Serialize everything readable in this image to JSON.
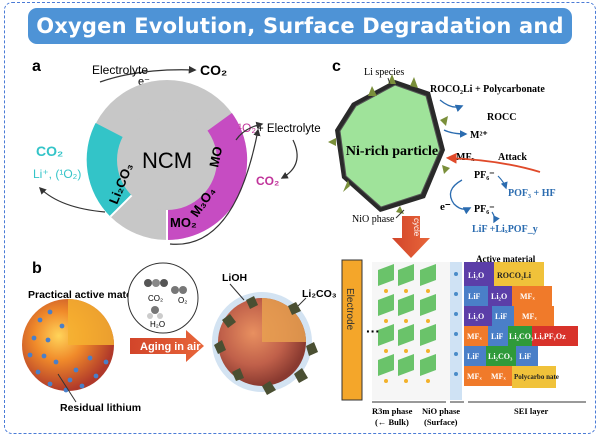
{
  "title": "Oxygen Evolution, Surface Degradation and Reconstruction",
  "panel_a": {
    "label": "a",
    "electrolyte_top": "Electrolyte",
    "electron": "e⁻",
    "co2_top": "CO₂",
    "singlet_o2": "¹O₂",
    "plus_electrolyte": "+ Electrolyte",
    "co2_right": "CO₂",
    "co2_left": "CO₂",
    "li_o2": "Li⁺, (¹O₂)",
    "core": "NCM",
    "li2co3": "Li₂CO₃",
    "mo2": "MO₂",
    "m3o4": "M₃O₄",
    "mo": "MO",
    "colors": {
      "grey": "#c7c7c7",
      "teal": "#33c4c8",
      "magenta": "#c64cc2",
      "co2_pink": "#c0339a"
    }
  },
  "panel_b": {
    "label": "b",
    "practical": "Practical active material",
    "residual": "Residual lithium",
    "co2": "CO₂",
    "o2": "O₂",
    "h2o": "H₂O",
    "aging": "Aging in air",
    "lioh": "LiOH",
    "li2co3": "Li₂CO₃"
  },
  "panel_c": {
    "label": "c",
    "li_species": "Li species",
    "roco2li_poly": "ROCO₂Li + Polycarbonate",
    "rocc": "ROCC",
    "m2": "M²⁺",
    "mfx": "MFₓ",
    "attack": "Attack",
    "particle": "Ni-rich particle",
    "pf6_1": "PF₆⁻",
    "pof3": "POF₃ + HF",
    "electron": "e⁻",
    "pf6_2": "PF₆⁻",
    "lif": "LiF +LiₓPOF_y",
    "nio": "NiO phase",
    "cycle": "cycle",
    "active_material": "Active material",
    "electrode": "Electrode",
    "r3m": "R3m phase",
    "bulk": "(← Bulk)",
    "nio_phase": "NiO phase",
    "surface": "(Surface)",
    "sei": "SEI layer",
    "sei_cells": [
      "Li₂O",
      "ROCO₂Li",
      "LiF",
      "Li₂O",
      "MFₓ",
      "Li₂O",
      "LiF",
      "MFₓ",
      "MFₓ",
      "LiF",
      "Li₂CO₃",
      "LiₓPFᵧOz",
      "LiF",
      "Li₂CO₃",
      "LiF",
      "MFₓ",
      "MFₓ",
      "Polycarbo nate"
    ]
  }
}
